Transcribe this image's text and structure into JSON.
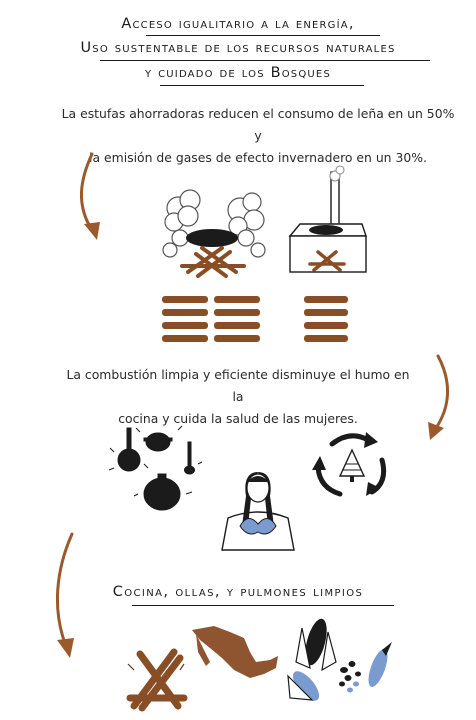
{
  "header": {
    "lines": [
      "Acceso igualitario a la energía,",
      "Uso sustentable de los recursos naturales",
      "y cuidado de los Bosques"
    ]
  },
  "paragraphs": {
    "stoves": [
      "La estufas ahorradoras reducen el consumo de leña en un 50% y",
      "la emisión de gases de efecto invernadero en un 30%."
    ],
    "combustion": [
      "La combustión limpia y eficiente disminuye el humo en la",
      "cocina y cuida la salud de las mujeres."
    ]
  },
  "footer": {
    "title": "Cocina, ollas, y pulmones limpios"
  },
  "colors": {
    "ink": "#1b1b1b",
    "arrow": "#9a5a2c",
    "wood": "#8a4e26",
    "map": "#8f5530",
    "blue": "#7a9bd0",
    "smoke": "#cfcfcf"
  },
  "icons": [
    "arrow-icon",
    "open-fire-icon",
    "improved-stove-icon",
    "firewood-stack-icon",
    "cookware-icon",
    "woman-icon",
    "recycle-tree-icon",
    "firewood-bundle-icon",
    "mexico-map-icon",
    "corn-icon"
  ]
}
